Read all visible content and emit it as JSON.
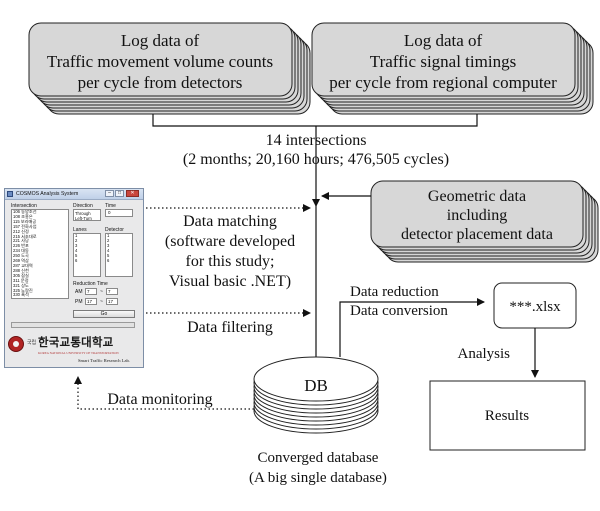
{
  "boxes": {
    "traffic_volume": [
      "Log data of",
      "Traffic movement volume counts",
      "per cycle from detectors"
    ],
    "signal_timing": [
      "Log data of",
      "Traffic signal timings",
      "per cycle from regional computer"
    ],
    "geometric": [
      "Geometric data",
      "including",
      "detector placement data"
    ],
    "xlsx": "***.xlsx",
    "results": "Results",
    "db": "DB"
  },
  "labels": {
    "intersections_1": "14 intersections",
    "intersections_2": "(2 months; 20,160 hours; 476,505 cycles)",
    "matching": [
      "Data matching",
      "(software developed",
      "for this study;",
      "Visual basic .NET)"
    ],
    "filtering": "Data filtering",
    "monitoring": "Data monitoring",
    "reduction": "Data reduction",
    "conversion": "Data conversion",
    "analysis": "Analysis",
    "converged_1": "Converged database",
    "converged_2": "(A big single database)"
  },
  "software": {
    "title": "COSMOS Analysis System",
    "intersection_label": "Intersection",
    "intersections": [
      "106 동양조선",
      "108 조흥은",
      "115 보라매공",
      "157 전화사업",
      "212 신정",
      "215 서초대로",
      "221 사당",
      "226 반포",
      "234 대동",
      "250 도곡",
      "269 역삼",
      "287 교대역",
      "288 신천",
      "305 잠실",
      "311 문정",
      "321 상도",
      "325 노량진",
      "330 흑석"
    ],
    "direction_label": "Direction",
    "direction_value": "Through Left-Turn",
    "time_label": "Time",
    "time_value": "0",
    "lanes_label": "Lanes",
    "lanes": [
      "1",
      "2",
      "3",
      "4",
      "5",
      "6"
    ],
    "detector_label": "Detector",
    "detectors": [
      "1",
      "2",
      "3",
      "4",
      "5",
      "6"
    ],
    "reduction_time_label": "Reduction Time",
    "am_label": "AM",
    "am_from": "7",
    "am_to": "7",
    "pm_label": "PM",
    "pm_from": "17",
    "pm_to": "17",
    "go_label": "Go",
    "university_name": "한국교통대학교",
    "university_subtitle": "KOREA NATIONAL UNIVERSITY OF TRANSPORTATION",
    "lab_name": "Smart Traffic Research Lab."
  }
}
